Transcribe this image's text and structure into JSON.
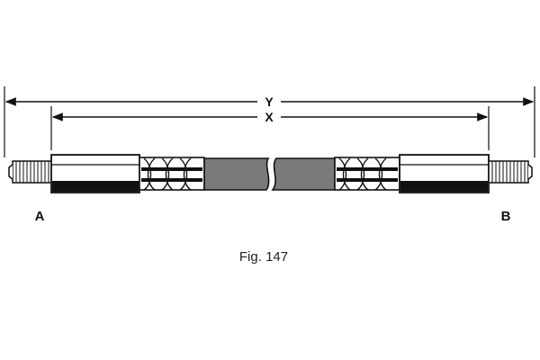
{
  "dimensions": {
    "overall_label": "Y",
    "fitting_label": "X"
  },
  "ends": {
    "left_label": "A",
    "right_label": "B"
  },
  "caption": "Fig. 147"
}
